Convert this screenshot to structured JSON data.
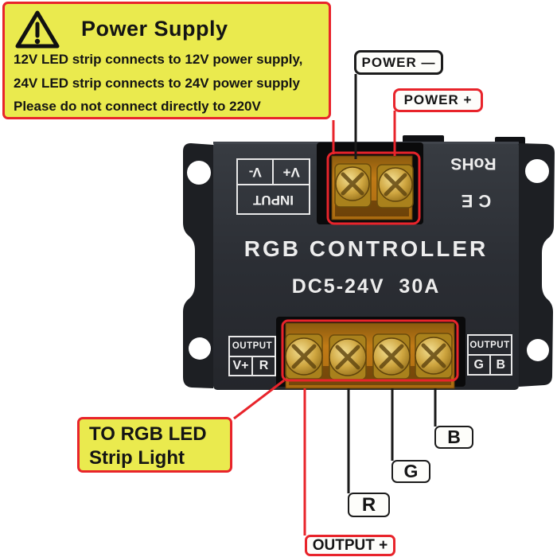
{
  "warning_box": {
    "icon": "warning-triangle-icon",
    "title": "Power Supply",
    "line1": "12V LED strip connects to 12V power supply,",
    "line2": "24V LED strip connects to 24V power supply",
    "line3": "Please do not connect directly to 220V"
  },
  "wire_labels": {
    "power_minus": "POWER —",
    "power_plus": "POWER +",
    "output_plus": "OUTPUT +",
    "red": "R",
    "green": "G",
    "blue": "B"
  },
  "strip_label": {
    "line1": "TO RGB LED",
    "line2": "Strip Light"
  },
  "device": {
    "title": "RGB CONTROLLER",
    "spec": "DC5-24V  30A",
    "rohs": "RoHS",
    "ce_mark": "CE",
    "input": {
      "label": "INPUT",
      "v_plus": "V+",
      "v_minus": "V-"
    },
    "output_left": {
      "label": "OUTPUT",
      "a": "V+",
      "b": "R"
    },
    "output_right": {
      "label": "OUTPUT",
      "a": "G",
      "b": "B"
    }
  },
  "colors": {
    "highlight_yellow": "#eaea4e",
    "annotation_red": "#e8242b",
    "wire_black": "#1a1a1a",
    "device_body": "#2b2e34",
    "terminal_amber": "#c07a16",
    "screw_brass": "#cfa640"
  }
}
